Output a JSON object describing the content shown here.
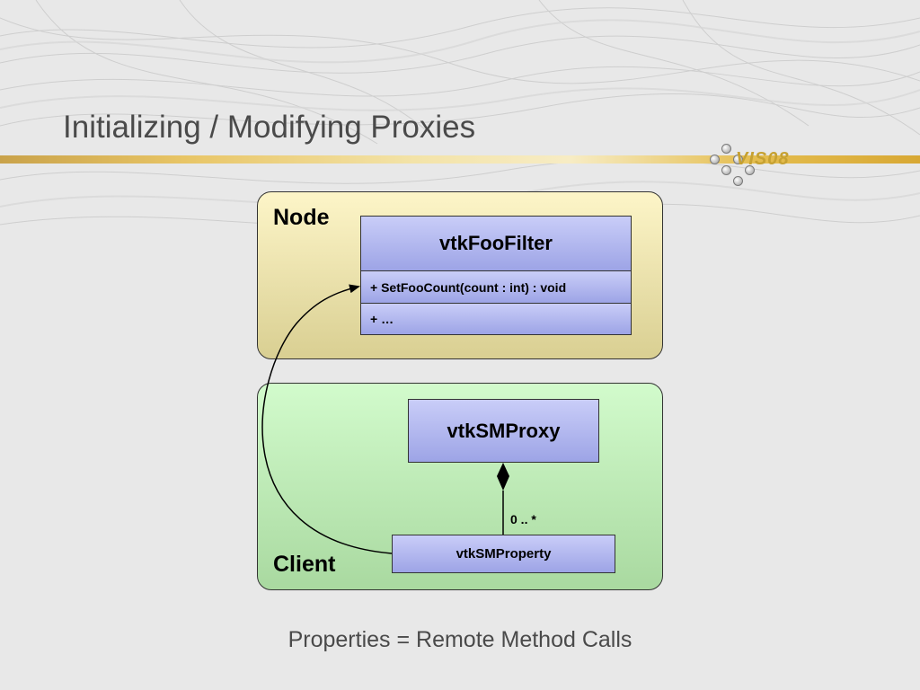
{
  "slide": {
    "title": "Initializing / Modifying Proxies",
    "caption": "Properties = Remote Method Calls",
    "logo_text": "VIS08"
  },
  "node": {
    "label": "Node",
    "class_name": "vtkFooFilter",
    "operations": [
      "+ SetFooCount(count : int) : void",
      "+ …"
    ]
  },
  "client": {
    "label": "Client",
    "proxy_class": "vtkSMProxy",
    "property_class": "vtkSMProperty",
    "multiplicity": "0 .. *"
  },
  "colors": {
    "node_fill": "#fdf5c8",
    "client_fill": "#d2fbcc",
    "class_fill": "#b3b8f0",
    "accent": "#d8a834"
  }
}
